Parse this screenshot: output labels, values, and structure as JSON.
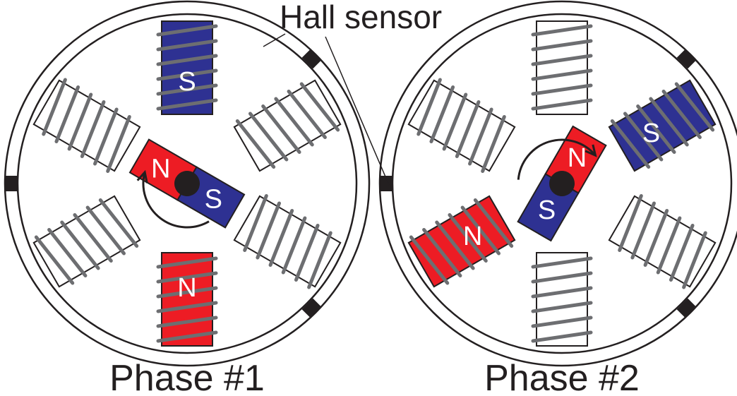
{
  "labels": {
    "hall_sensor": "Hall sensor",
    "phase1": "Phase #1",
    "phase2": "Phase #2",
    "north": "N",
    "south": "S"
  },
  "colors": {
    "north": "#ed1c24",
    "south": "#2e3192",
    "inactive": "#ffffff",
    "outline": "#231f20",
    "winding": "#6d6e71"
  },
  "motors": [
    {
      "name": "phase1",
      "coils": [
        {
          "angle": 0,
          "state": "S"
        },
        {
          "angle": 60,
          "state": "off"
        },
        {
          "angle": 120,
          "state": "off"
        },
        {
          "angle": 180,
          "state": "N"
        },
        {
          "angle": 240,
          "state": "off"
        },
        {
          "angle": 300,
          "state": "off"
        }
      ],
      "rotor_angle": -60,
      "sensor_angles": [
        45,
        135,
        270
      ],
      "rotation": "counterclockwise"
    },
    {
      "name": "phase2",
      "coils": [
        {
          "angle": 0,
          "state": "off"
        },
        {
          "angle": 60,
          "state": "S"
        },
        {
          "angle": 120,
          "state": "off"
        },
        {
          "angle": 180,
          "state": "off"
        },
        {
          "angle": 240,
          "state": "N"
        },
        {
          "angle": 300,
          "state": "off"
        }
      ],
      "rotor_angle": 30,
      "sensor_angles": [
        45,
        135,
        270
      ],
      "rotation": "clockwise"
    }
  ]
}
